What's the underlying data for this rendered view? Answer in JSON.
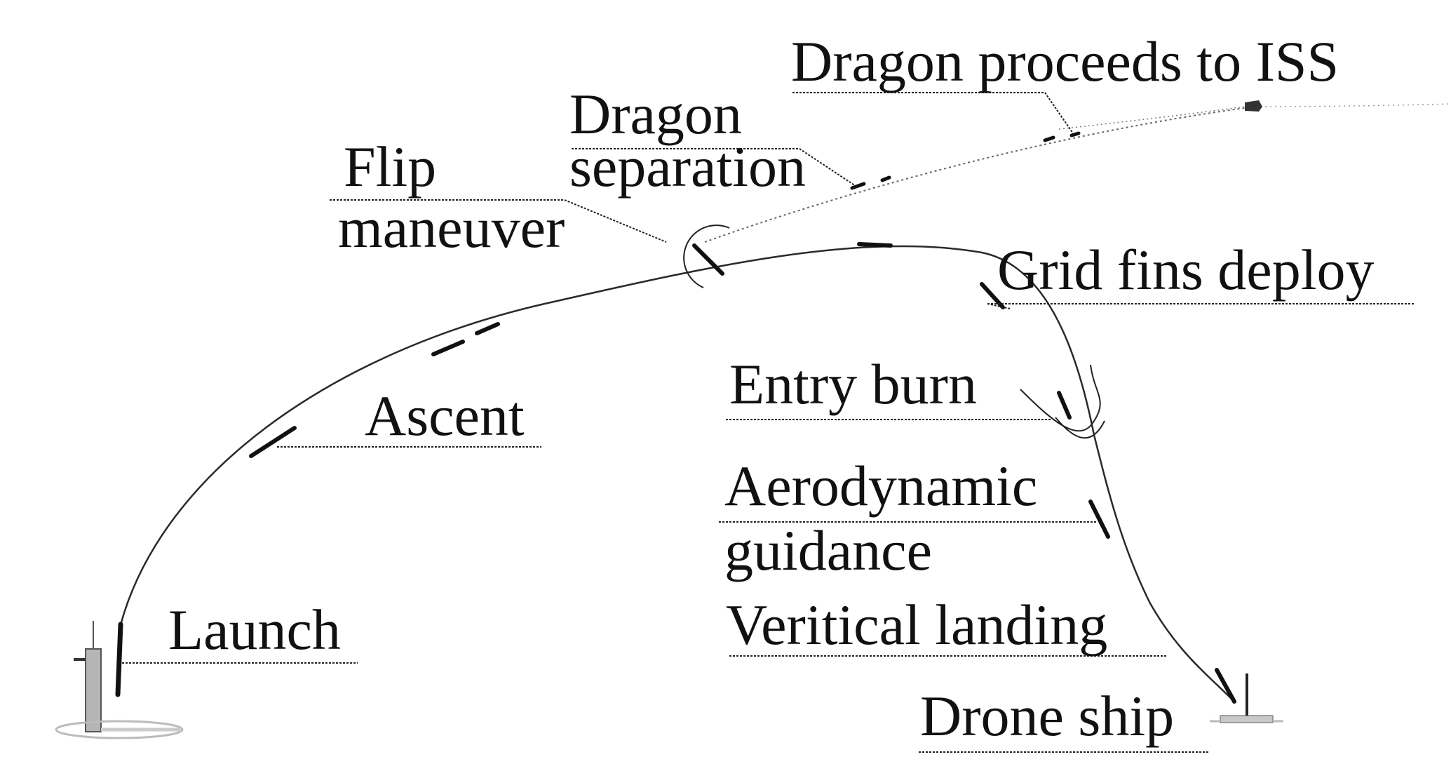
{
  "colors": {
    "ink": "#111111",
    "leader": "#222222",
    "trajectory": "#2a2a2a",
    "pad": "#9a9a9a"
  },
  "labels": {
    "dragon_iss": "Dragon proceeds to ISS",
    "dragon_sep_line1": "Dragon",
    "dragon_sep_line2": "separation",
    "flip_line1": "Flip",
    "flip_line2": "maneuver",
    "grid_fins": "Grid fins deploy",
    "entry_burn": "Entry burn",
    "aero_line1": "Aerodynamic",
    "aero_line2": "guidance",
    "vertical_landing": "Veritical landing",
    "ascent": "Ascent",
    "launch": "Launch",
    "drone_ship": "Drone ship"
  },
  "icons": [
    "launch-tower-icon",
    "rocket-stage-icon",
    "dragon-capsule-icon",
    "drone-ship-icon"
  ]
}
